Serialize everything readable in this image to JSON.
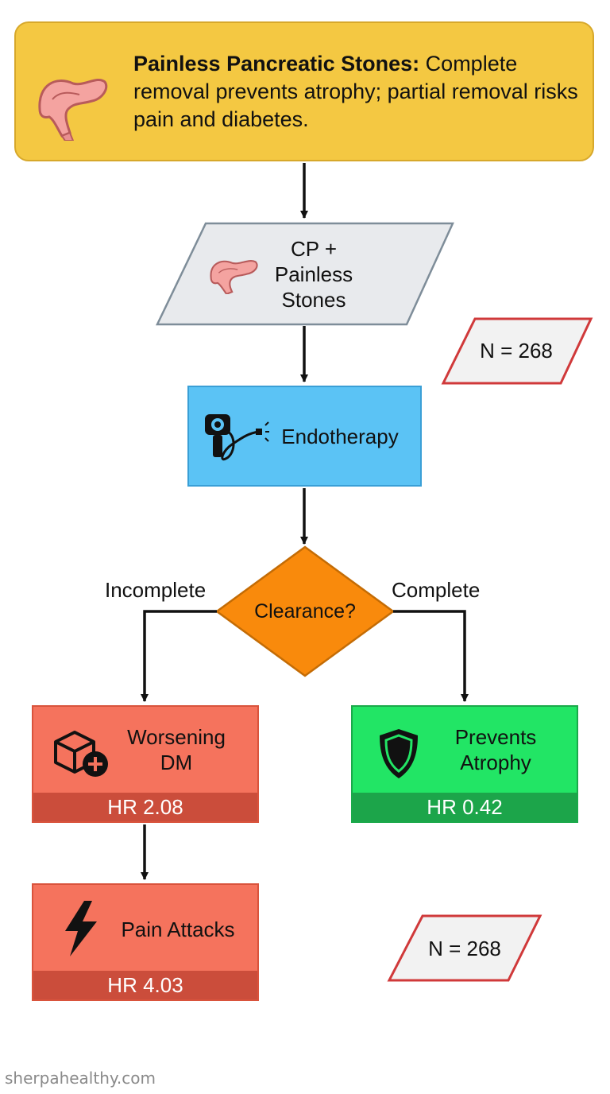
{
  "header": {
    "title_bold": "Painless Pancreatic Stones:",
    "title_rest": " Complete removal prevents atrophy; partial removal risks pain and diabetes.",
    "icon": "pancreas-icon"
  },
  "nodes": {
    "input": {
      "lines": [
        "CP +",
        "Painless",
        "Stones"
      ],
      "icon": "pancreas-icon"
    },
    "n1": {
      "label": "N = 268"
    },
    "endotherapy": {
      "label": "Endotherapy",
      "icon": "endoscope-icon"
    },
    "decision": {
      "label": "Clearance?"
    },
    "worsening": {
      "lines": [
        "Worsening",
        "DM"
      ],
      "hr": "HR 2.08",
      "icon": "box-plus-icon"
    },
    "prevents": {
      "lines": [
        "Prevents",
        "Atrophy"
      ],
      "hr": "HR 0.42",
      "icon": "shield-icon"
    },
    "pain": {
      "label": "Pain Attacks",
      "hr": "HR 4.03",
      "icon": "lightning-icon"
    },
    "n2": {
      "label": "N = 268"
    }
  },
  "edges": {
    "incomplete": "Incomplete",
    "complete": "Complete"
  },
  "colors": {
    "header": "#f4c842",
    "input": "#e8eaed",
    "endotherapy": "#5bc3f5",
    "decision": "#f98a0c",
    "worsening": "#f5735d",
    "prevents": "#22e565",
    "pain": "#f5735d",
    "n_border": "#d0393a"
  },
  "watermark": "sherpahealthy.com"
}
